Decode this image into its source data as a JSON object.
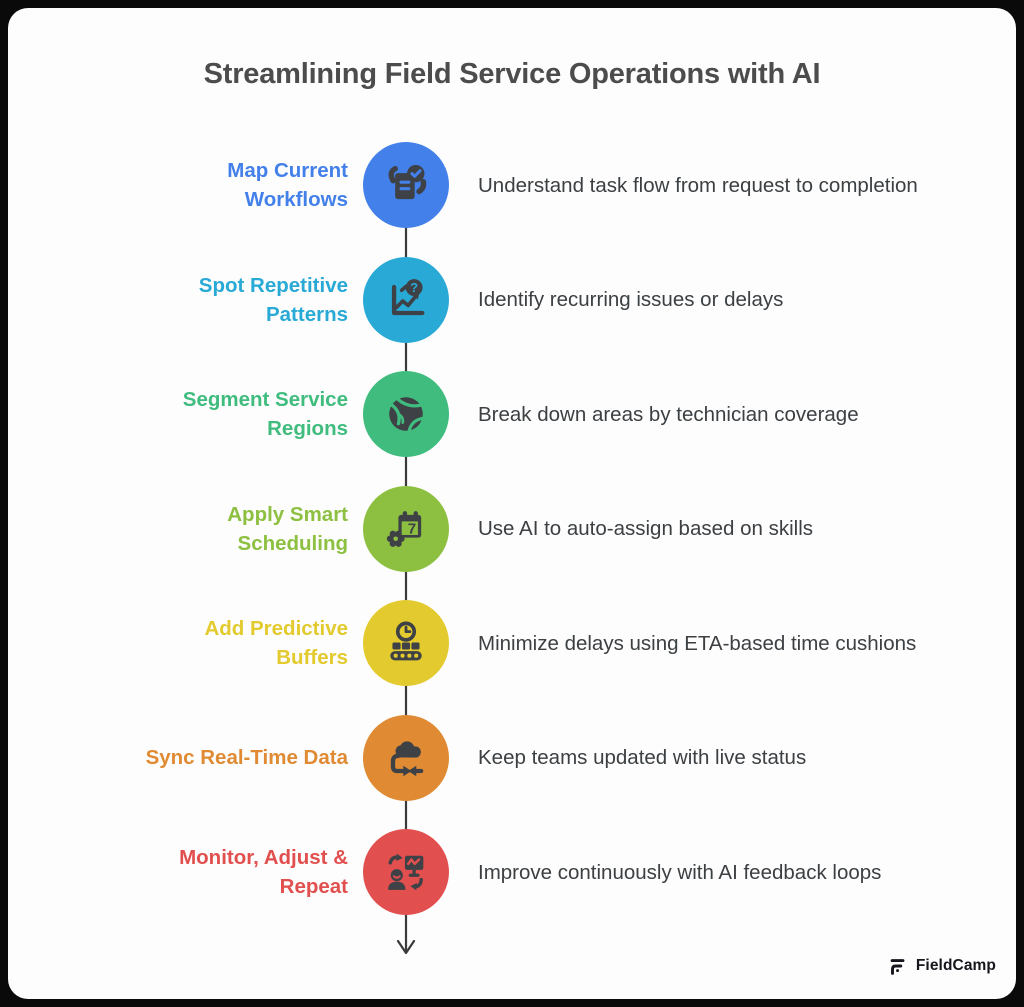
{
  "page": {
    "title": "Streamlining Field Service Operations with AI"
  },
  "brand": {
    "name": "FieldCamp"
  },
  "colors": {
    "outer_background": "#0a0a0a",
    "card_background": "#fdfdfd",
    "title_text": "#4c4c4c",
    "description_text": "#3c4043",
    "icon_glyph": "#3e4145",
    "connector": "#3a3a3a"
  },
  "steps": [
    {
      "title": "Map Current\nWorkflows",
      "description": "Understand task flow from request to completion",
      "accent": "#4380e9",
      "icon": "checklist-hands-icon"
    },
    {
      "title": "Spot Repetitive\nPatterns",
      "description": "Identify recurring issues or delays",
      "accent": "#29aad6",
      "icon": "trend-question-icon"
    },
    {
      "title": "Segment Service\nRegions",
      "description": "Break down areas by technician coverage",
      "accent": "#3fbc7e",
      "icon": "globe-icon"
    },
    {
      "title": "Apply Smart\nScheduling",
      "description": "Use AI to auto-assign based on skills",
      "accent": "#8dc041",
      "icon": "calendar-gear-icon"
    },
    {
      "title": "Add Predictive\nBuffers",
      "description": "Minimize delays using ETA-based time cushions",
      "accent": "#e3ca2e",
      "icon": "clock-conveyor-icon"
    },
    {
      "title": "Sync Real-Time Data",
      "description": "Keep teams updated with live status",
      "accent": "#e08b33",
      "icon": "cloud-sync-icon"
    },
    {
      "title": "Monitor, Adjust &\nRepeat",
      "description": "Improve continuously with AI feedback loops",
      "accent": "#e24f4f",
      "icon": "person-feedback-icon"
    }
  ]
}
